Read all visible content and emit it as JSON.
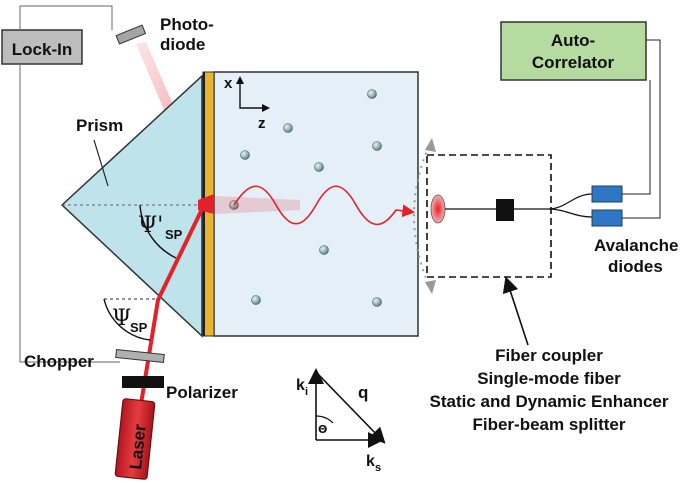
{
  "labels": {
    "lockin": "Lock-In",
    "photodiode_line1": "Photo-",
    "photodiode_line2": "diode",
    "prism": "Prism",
    "autocorrelator_line1": "Auto-",
    "autocorrelator_line2": "Correlator",
    "avalanche_line1": "Avalanche",
    "avalanche_line2": "diodes",
    "chopper": "Chopper",
    "polarizer": "Polarizer",
    "laser": "Laser",
    "axis_x": "x",
    "axis_z": "z",
    "psi_prime": "Ψ'",
    "psi": "Ψ",
    "sp_subscript": "SP",
    "fiber_list": [
      "Fiber coupler",
      "Single-mode fiber",
      "Static and Dynamic Enhancer",
      "Fiber-beam splitter"
    ],
    "k_i": "k",
    "k_i_sub": "i",
    "k_s": "k",
    "k_s_sub": "s",
    "q": "q",
    "theta": "Θ"
  },
  "colors": {
    "lockin_fill": "#bdbdbd",
    "autocorrelator_fill": "#b6dba0",
    "sample_fill": "#e4eff8",
    "prism_fill": "#bfe3ea",
    "gold_film": "#e9b530",
    "beam": "#e4202a",
    "diode_fill": "#2f76c4",
    "laser_fill": "#d1232a"
  },
  "icons": {
    "wave_arrow": "sinusoidal-wave-arrow",
    "fiber_splitter": "y-splitter-icon"
  }
}
